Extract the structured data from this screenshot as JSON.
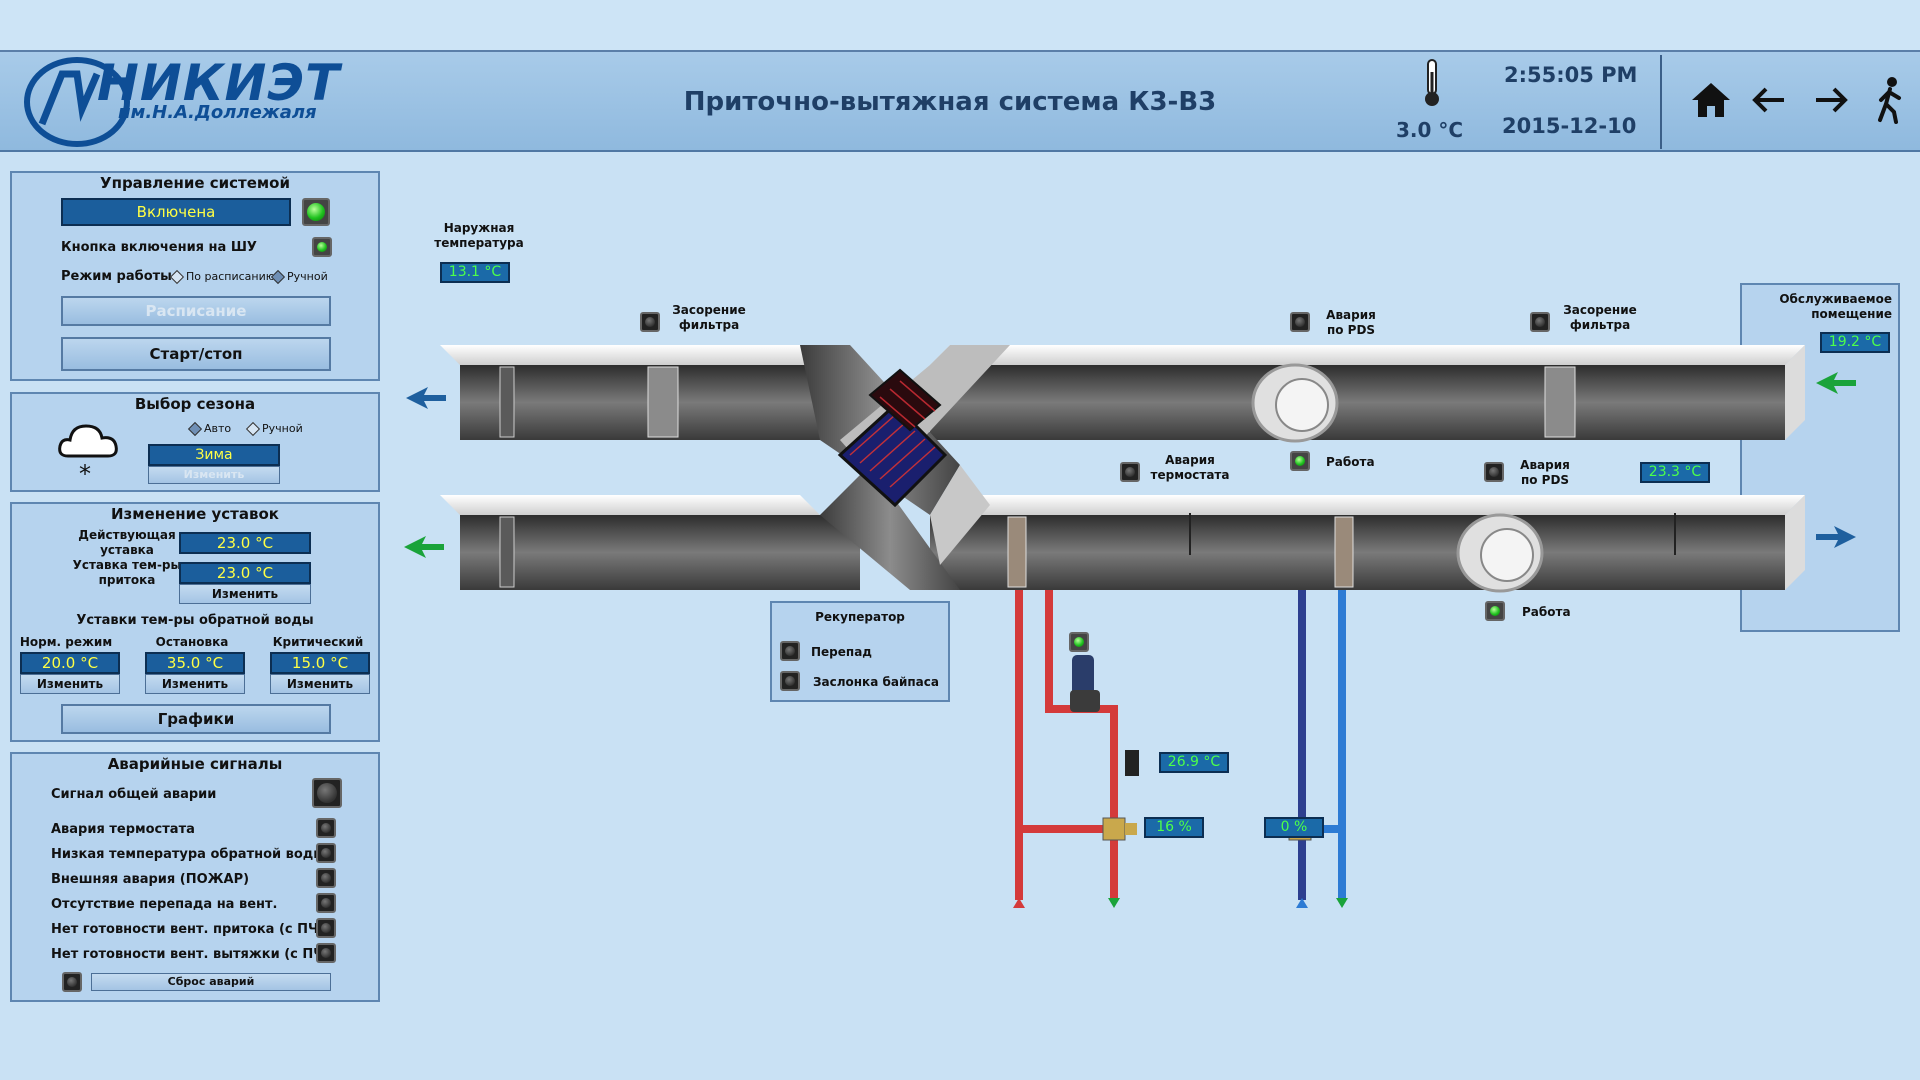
{
  "header": {
    "title": "Приточно-вытяжная система К3-В3",
    "logo_main": "НИКИЭТ",
    "logo_sub": "им.Н.А.Доллежаля",
    "temperature": "3.0 °C",
    "time": "2:55:05 PM",
    "date": "2015-12-10"
  },
  "system_control": {
    "title": "Управление системой",
    "status": "Включена",
    "button_label": "Кнопка включения на ШУ",
    "mode_label": "Режим работы",
    "mode_schedule": "По расписанию",
    "mode_manual": "Ручной",
    "schedule_button": "Расписание",
    "start_stop_button": "Старт/стоп"
  },
  "season": {
    "title": "Выбор сезона",
    "auto": "Авто",
    "manual": "Ручной",
    "value": "Зима",
    "change_button": "Изменить"
  },
  "setpoints": {
    "title": "Изменение уставок",
    "current_label_1": "Действующая",
    "current_label_2": "уставка",
    "current_value": "23.0 °C",
    "supply_label_1": "Уставка тем-ры",
    "supply_label_2": "притока",
    "supply_value": "23.0 °C",
    "change_button": "Изменить",
    "return_water_title": "Уставки тем-ры обратной воды",
    "normal_label": "Норм. режим",
    "normal_value": "20.0 °C",
    "stop_label": "Остановка",
    "stop_value": "35.0 °C",
    "critical_label": "Критический",
    "critical_value": "15.0 °C",
    "graphs_button": "Графики"
  },
  "alarms": {
    "title": "Аварийные сигналы",
    "general": "Сигнал общей аварии",
    "items": [
      "Авария термостата",
      "Низкая температура обратной воды",
      "Внешняя авария (ПОЖАР)",
      "Отсутствие перепада на вент.",
      "Нет готовности вент. притока (с ПЧ)",
      "Нет готовности вент. вытяжки (с ПЧ)"
    ],
    "reset_button": "Сброс аварий"
  },
  "scheme": {
    "outdoor_label_1": "Наружная",
    "outdoor_label_2": "температура",
    "outdoor_value": "13.1 °C",
    "filter_label_1": "Засорение",
    "filter_label_2": "фильтра",
    "pds_label_1": "Авария",
    "pds_label_2": "по PDS",
    "work_label": "Работа",
    "thermostat_label_1": "Авария",
    "thermostat_label_2": "термостата",
    "served_label_1": "Обслуживаемое",
    "served_label_2": "помещение",
    "room_value": "19.2 °C",
    "supply_value": "23.3 °C",
    "recuperator_title": "Рекуператор",
    "recuperator_diff": "Перепад",
    "recuperator_bypass": "Заслонка байпаса",
    "water_temp": "26.9 °C",
    "heat_valve": "16 %",
    "cool_valve": "0 %"
  }
}
